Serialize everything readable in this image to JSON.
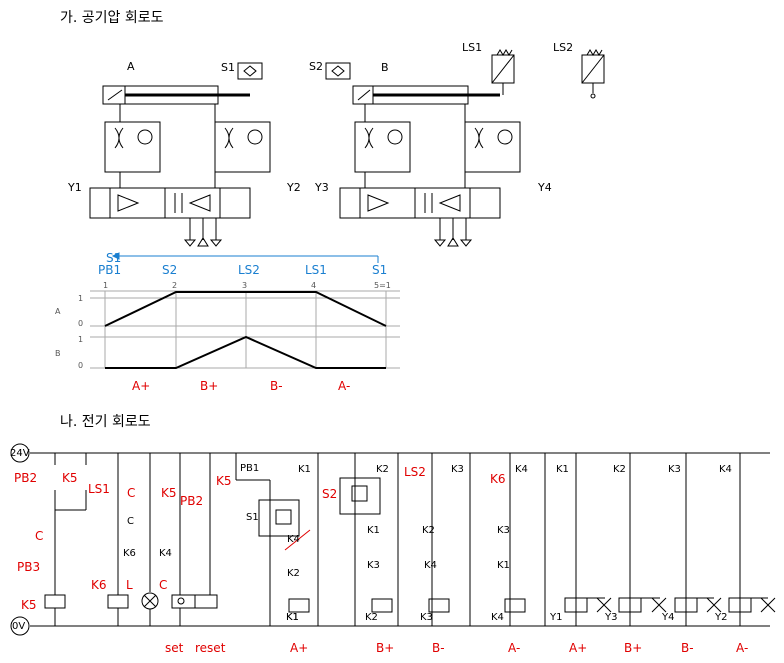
{
  "section_a_title": "가. 공기압 회로도",
  "section_b_title": "나. 전기 회로도",
  "pneumatic": {
    "cylinder_a": "A",
    "cylinder_b": "B",
    "s1": "S1",
    "s2": "S2",
    "ls1": "LS1",
    "ls2": "LS2",
    "y1": "Y1",
    "y2": "Y2",
    "y3": "Y3",
    "y4": "Y4"
  },
  "timing": {
    "return_label": "S1",
    "signals": [
      "PB1",
      "S2",
      "LS2",
      "LS1",
      "S1"
    ],
    "steps": [
      "1",
      "2",
      "3",
      "4",
      "5=1"
    ],
    "row_a": "A",
    "row_b": "B",
    "level_1": "1",
    "level_0": "0",
    "actions": [
      "A+",
      "B+",
      "B-",
      "A-"
    ]
  },
  "electric": {
    "v24": "24V",
    "v0": "0V",
    "red_labels": [
      "PB2",
      "K5",
      "LS1",
      "C",
      "K5",
      "PB2",
      "K5",
      "S2",
      "LS2",
      "K6",
      "C",
      "PB3",
      "K6",
      "L",
      "C",
      "K5"
    ],
    "black_labels": [
      "C",
      "K6",
      "K4",
      "PB1",
      "S1",
      "K1",
      "K4",
      "K2",
      "K1",
      "K2",
      "K3",
      "K1",
      "K3",
      "K2",
      "K4",
      "K4",
      "K3",
      "K1",
      "K1",
      "K2",
      "K3",
      "K4",
      "K1",
      "K2",
      "K3",
      "K4",
      "Y1",
      "Y3",
      "Y4",
      "Y2"
    ],
    "bottom_labels": [
      "set",
      "reset",
      "A+",
      "B+",
      "B-",
      "A-",
      "A+",
      "B+",
      "B-",
      "A-"
    ]
  }
}
